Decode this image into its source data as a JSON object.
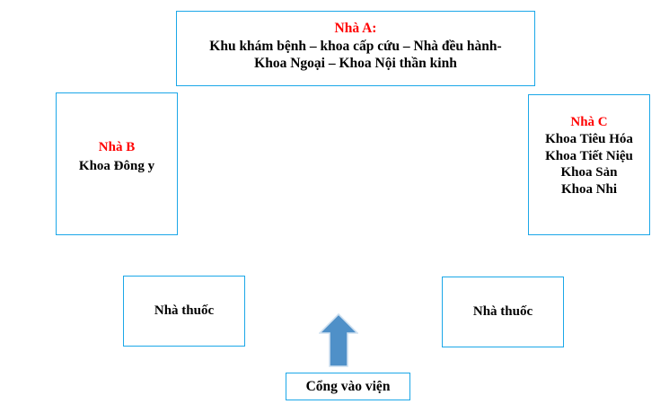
{
  "diagram": {
    "title": "Hospital campus layout map",
    "colors": {
      "border": "#1BA7E8",
      "heading": "#FF0000",
      "text": "#000000",
      "arrow_fill": "#4F90C8",
      "arrow_stroke": "#CFE0F0",
      "background": "#FFFFFF"
    },
    "buildings": {
      "a": {
        "heading": "Nhà A:",
        "lines": [
          "Khu khám bệnh – khoa cấp cứu – Nhà đều hành-",
          "Khoa Ngoại – Khoa Nội thần kinh"
        ]
      },
      "b": {
        "heading": "Nhà B",
        "lines": [
          "Khoa Đông y"
        ]
      },
      "c": {
        "heading": "Nhà C",
        "lines": [
          "Khoa Tiêu Hóa",
          "Khoa Tiết Niệu",
          "Khoa Sản",
          "Khoa Nhi"
        ]
      }
    },
    "pharmacy_left": {
      "label": "Nhà thuốc"
    },
    "pharmacy_right": {
      "label": "Nhà thuốc"
    },
    "gate": {
      "label": "Cổng vào viện",
      "arrow_icon": "arrow-up-icon",
      "arrow_direction": "up"
    }
  }
}
